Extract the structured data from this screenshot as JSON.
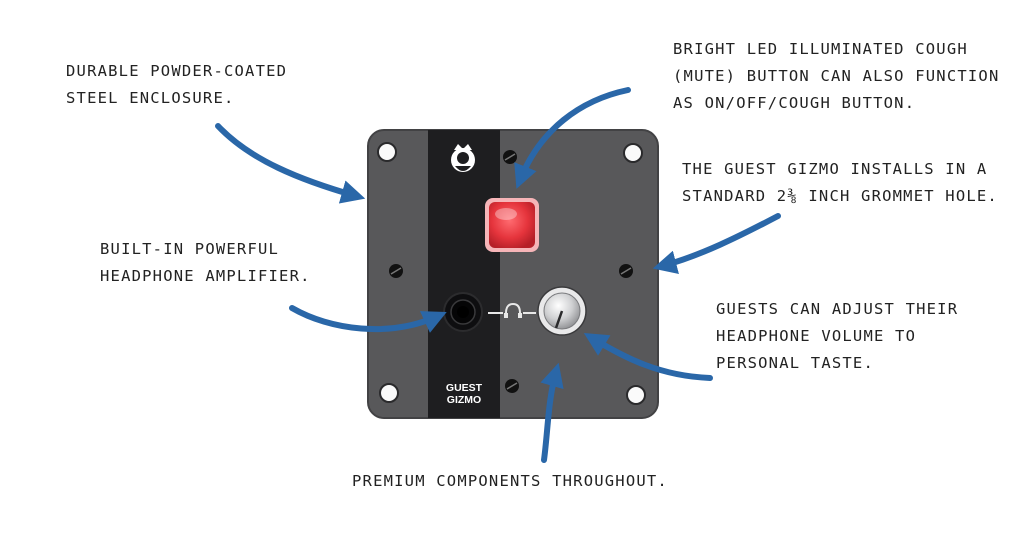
{
  "colors": {
    "arrow": "#2a67a8",
    "panel": "#58585a",
    "panel_edge": "#424244",
    "strip": "#1e1e20",
    "led": "#e5343c",
    "text": "#222222"
  },
  "device": {
    "brand_line1": "GUEST",
    "brand_line2": "GIZMO",
    "logo_icon": "mascot-logo-icon",
    "headphone_icon": "headphone-icon"
  },
  "callouts": {
    "enclosure": [
      "DURABLE POWDER-COATED",
      "STEEL ENCLOSURE."
    ],
    "led": [
      "BRIGHT LED ILLUMINATED COUGH",
      "(MUTE) BUTTON CAN ALSO FUNCTION",
      "AS ON/OFF/COUGH BUTTON."
    ],
    "grommet": [
      "THE GUEST GIZMO INSTALLS IN A",
      "STANDARD 2⅜ INCH GROMMET HOLE."
    ],
    "amp": [
      "BUILT-IN POWERFUL",
      "HEADPHONE AMPLIFIER."
    ],
    "volume": [
      "GUESTS CAN ADJUST THEIR",
      "HEADPHONE VOLUME TO",
      "PERSONAL TASTE."
    ],
    "premium": [
      "PREMIUM COMPONENTS THROUGHOUT."
    ]
  }
}
